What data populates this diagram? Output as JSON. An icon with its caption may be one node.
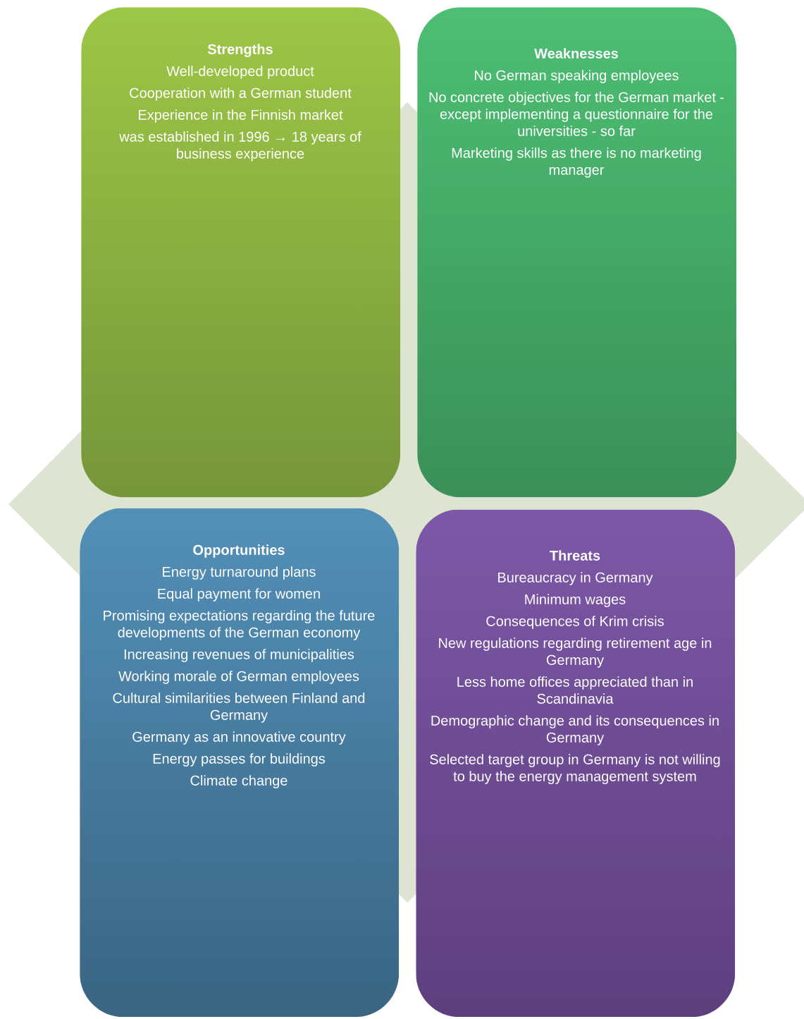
{
  "diagram": {
    "nodes": [
      {
        "text": [
          "Strengths",
          "Well-developed product",
          "Cooperation with a German student",
          "Experience in the Finnish market",
          "was established in 1996 → 18 years of business experience"
        ]
      },
      {
        "text": [
          "Weaknesses",
          "No German speaking employees",
          "No concrete objectives for the German market - except implementing a questionnaire for the universities - so far",
          "Marketing skills as there is no marketing manager"
        ]
      },
      {
        "text": [
          "Opportunities",
          "Energy turnaround plans",
          "Equal payment for women",
          "Promising expectations regarding the future developments of the German economy",
          "Increasing revenues of municipalities",
          "Working morale of German employees",
          "Cultural similarities between Finland and Germany",
          "Germany as an innovative country",
          "Energy passes for buildings",
          "Climate change"
        ]
      },
      {
        "text": [
          "Threats",
          "Bureaucracy in Germany",
          "Minimum wages",
          "Consequences of Krim crisis",
          "New regulations regarding retirement age in Germany",
          "Less home offices appreciated than in Scandinavia",
          "Demographic change and its consequences in Germany",
          "Selected target group in Germany is not willing to buy the energy management system"
        ]
      }
    ]
  }
}
